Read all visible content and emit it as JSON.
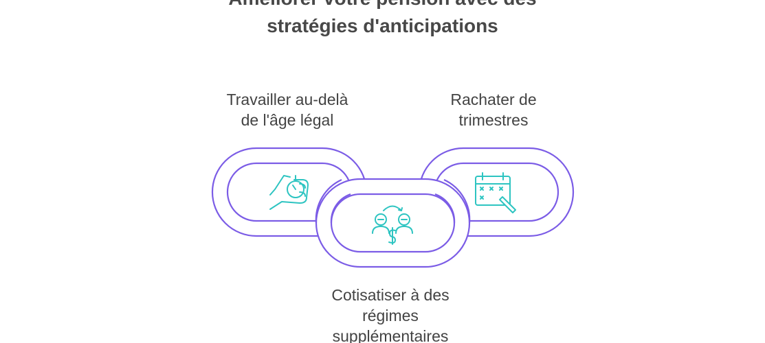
{
  "title": {
    "line1": "Améliorer votre pension avec des",
    "line2": "stratégies d'anticipations"
  },
  "links": [
    {
      "label_line1": "Travailler au-delà",
      "label_line2": "de l'âge légal",
      "icon": "hand-stopwatch-icon"
    },
    {
      "label_line1": "Cotisatiser à des",
      "label_line2": "régimes",
      "label_line3": "supplémentaires",
      "icon": "people-exchange-dollar-icon"
    },
    {
      "label_line1": "Rachater de",
      "label_line2": "trimestres",
      "icon": "calendar-pen-icon"
    }
  ],
  "colors": {
    "chain_outline": "#7b5ce6",
    "icon_stroke": "#2dc4c1",
    "text": "#434343"
  }
}
